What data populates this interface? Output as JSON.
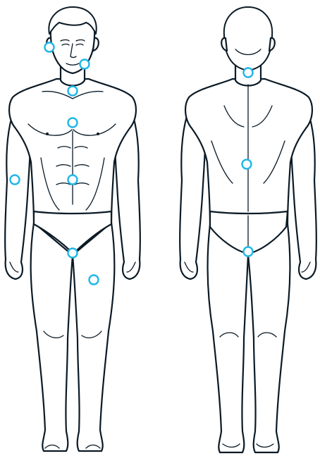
{
  "figures": [
    {
      "view": "front"
    },
    {
      "view": "back"
    }
  ],
  "hotspot_color": "#1fb6e8",
  "outline_color": "#0a1a26",
  "hotspots": [
    {
      "id": "front-temple",
      "view": "front"
    },
    {
      "id": "front-jaw",
      "view": "front"
    },
    {
      "id": "front-throat",
      "view": "front"
    },
    {
      "id": "front-chest",
      "view": "front"
    },
    {
      "id": "front-elbow",
      "view": "front"
    },
    {
      "id": "front-abdomen",
      "view": "front"
    },
    {
      "id": "front-groin",
      "view": "front"
    },
    {
      "id": "front-thigh",
      "view": "front"
    },
    {
      "id": "back-neck",
      "view": "back"
    },
    {
      "id": "back-mid-back",
      "view": "back"
    },
    {
      "id": "back-tailbone",
      "view": "back"
    }
  ]
}
